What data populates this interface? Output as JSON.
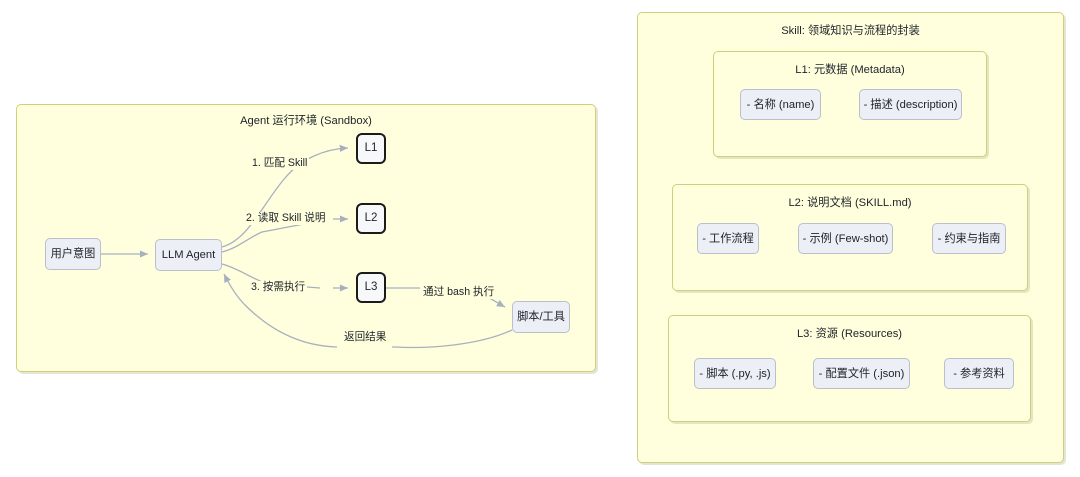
{
  "meta": {
    "diagram_type": "flowchart",
    "palette": {
      "cluster_fill": "#ffffde",
      "cluster_stroke": "#cfcf7c",
      "node_fill": "#eceff5",
      "node_stroke": "#b9bfcc",
      "strong_node_stroke": "#1b1b1b",
      "edge_stroke": "#a8b0bd",
      "text": "#20252b",
      "page_background": "#ffffff"
    }
  },
  "left_panel": {
    "title": "Agent 运行环境 (Sandbox)",
    "nodes": {
      "user_intent": "用户意图",
      "llm_agent": "LLM Agent",
      "l1": "L1",
      "l2": "L2",
      "l3": "L3",
      "script_tool": "脚本/工具"
    },
    "edge_labels": {
      "match_skill": "1. 匹配 Skill",
      "read_skill_doc": "2. 读取 Skill 说明",
      "execute_on_demand": "3. 按需执行",
      "run_via_bash": "通过 bash 执行",
      "return_result": "返回结果"
    }
  },
  "right_panel": {
    "title": "Skill: 领域知识与流程的封装",
    "groups": [
      {
        "title": "L1: 元数据 (Metadata)",
        "items": [
          "- 名称 (name)",
          "- 描述 (description)"
        ]
      },
      {
        "title": "L2: 说明文档 (SKILL.md)",
        "items": [
          "- 工作流程",
          "- 示例 (Few-shot)",
          "- 约束与指南"
        ]
      },
      {
        "title": "L3: 资源 (Resources)",
        "items": [
          "- 脚本 (.py, .js)",
          "- 配置文件 (.json)",
          "- 参考资料"
        ]
      }
    ]
  }
}
